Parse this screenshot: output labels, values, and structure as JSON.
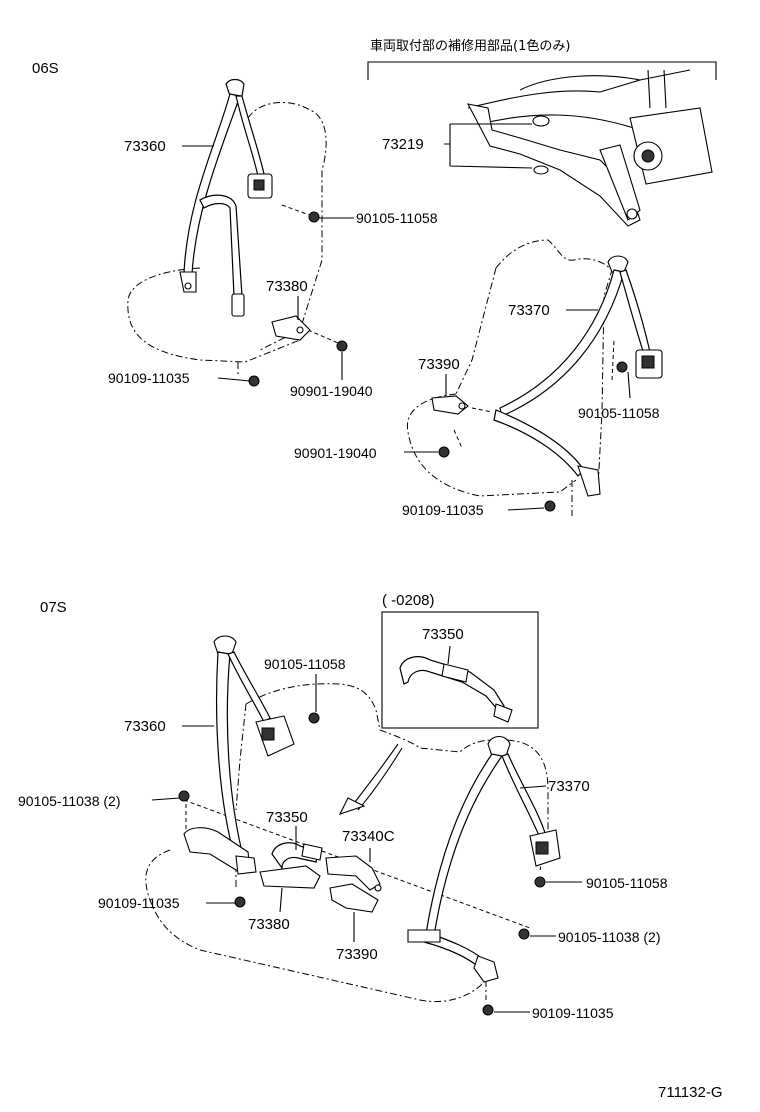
{
  "sections": {
    "top_label": "06S",
    "bottom_label": "07S"
  },
  "header_note": "車両取付部の補修用部品(1色のみ)",
  "inset_period": "(        -0208)",
  "drawing_code": "711132-G",
  "parts_06s": {
    "belt_left": "73360",
    "bolt_top_left": "90105-11058",
    "buckle_left": "73380",
    "bolt_floor_left": "90109-11035",
    "bolt_buckle_left": "90901-19040",
    "anchor_cover": "73219",
    "belt_right": "73370",
    "buckle_right": "73390",
    "bolt_top_right": "90105-11058",
    "bolt_buckle_right": "90901-19040",
    "bolt_floor_right": "90109-11035"
  },
  "parts_07s": {
    "inset_belt": "73350",
    "bolt_top_left": "90105-11058",
    "belt_left": "73360",
    "belt_right": "73370",
    "bolt_qty_left": "90105-11038 (2)",
    "center_belt": "73350",
    "center_buckle": "73340C",
    "bolt_floor_left": "90109-11035",
    "buckle_left": "73380",
    "buckle_right": "73390",
    "bolt_right_upper": "90105-11058",
    "bolt_qty_right": "90105-11038 (2)",
    "bolt_floor_right": "90109-11035"
  }
}
